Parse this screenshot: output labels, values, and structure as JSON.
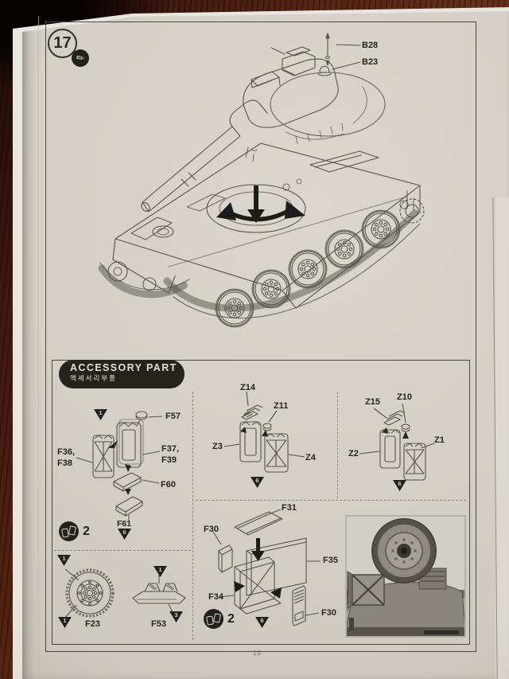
{
  "step": {
    "number": "17"
  },
  "callouts": {
    "b28": "B28",
    "b23": "B23"
  },
  "accessory": {
    "title": "ACCESSORY PART",
    "title_korean": "액세서리부품",
    "jerry": {
      "marker_top": "1",
      "f57": "F57",
      "f36_38": "F36,\nF38",
      "f37_39": "F37,\nF39",
      "f60": "F60",
      "f61": "F61",
      "marker_f61": "6",
      "qty": "2"
    },
    "za": {
      "z14": "Z14",
      "z11": "Z11",
      "z3": "Z3",
      "z4": "Z4",
      "marker": "6"
    },
    "zb": {
      "z15": "Z15",
      "z10": "Z10",
      "z2": "Z2",
      "z1": "Z1",
      "marker": "6"
    },
    "box": {
      "f31": "F31",
      "f30_left": "F30",
      "f35": "F35",
      "f34": "F34",
      "f30_right": "F30",
      "qty": "2",
      "marker": "6"
    },
    "gear": {
      "f23": "F23",
      "f53": "F53",
      "m_wheel_top": "1",
      "m_wheel_bottom": "1",
      "m_track_top": "1",
      "m_track_bottom": "3"
    }
  },
  "footer": {
    "page_number": "10"
  }
}
